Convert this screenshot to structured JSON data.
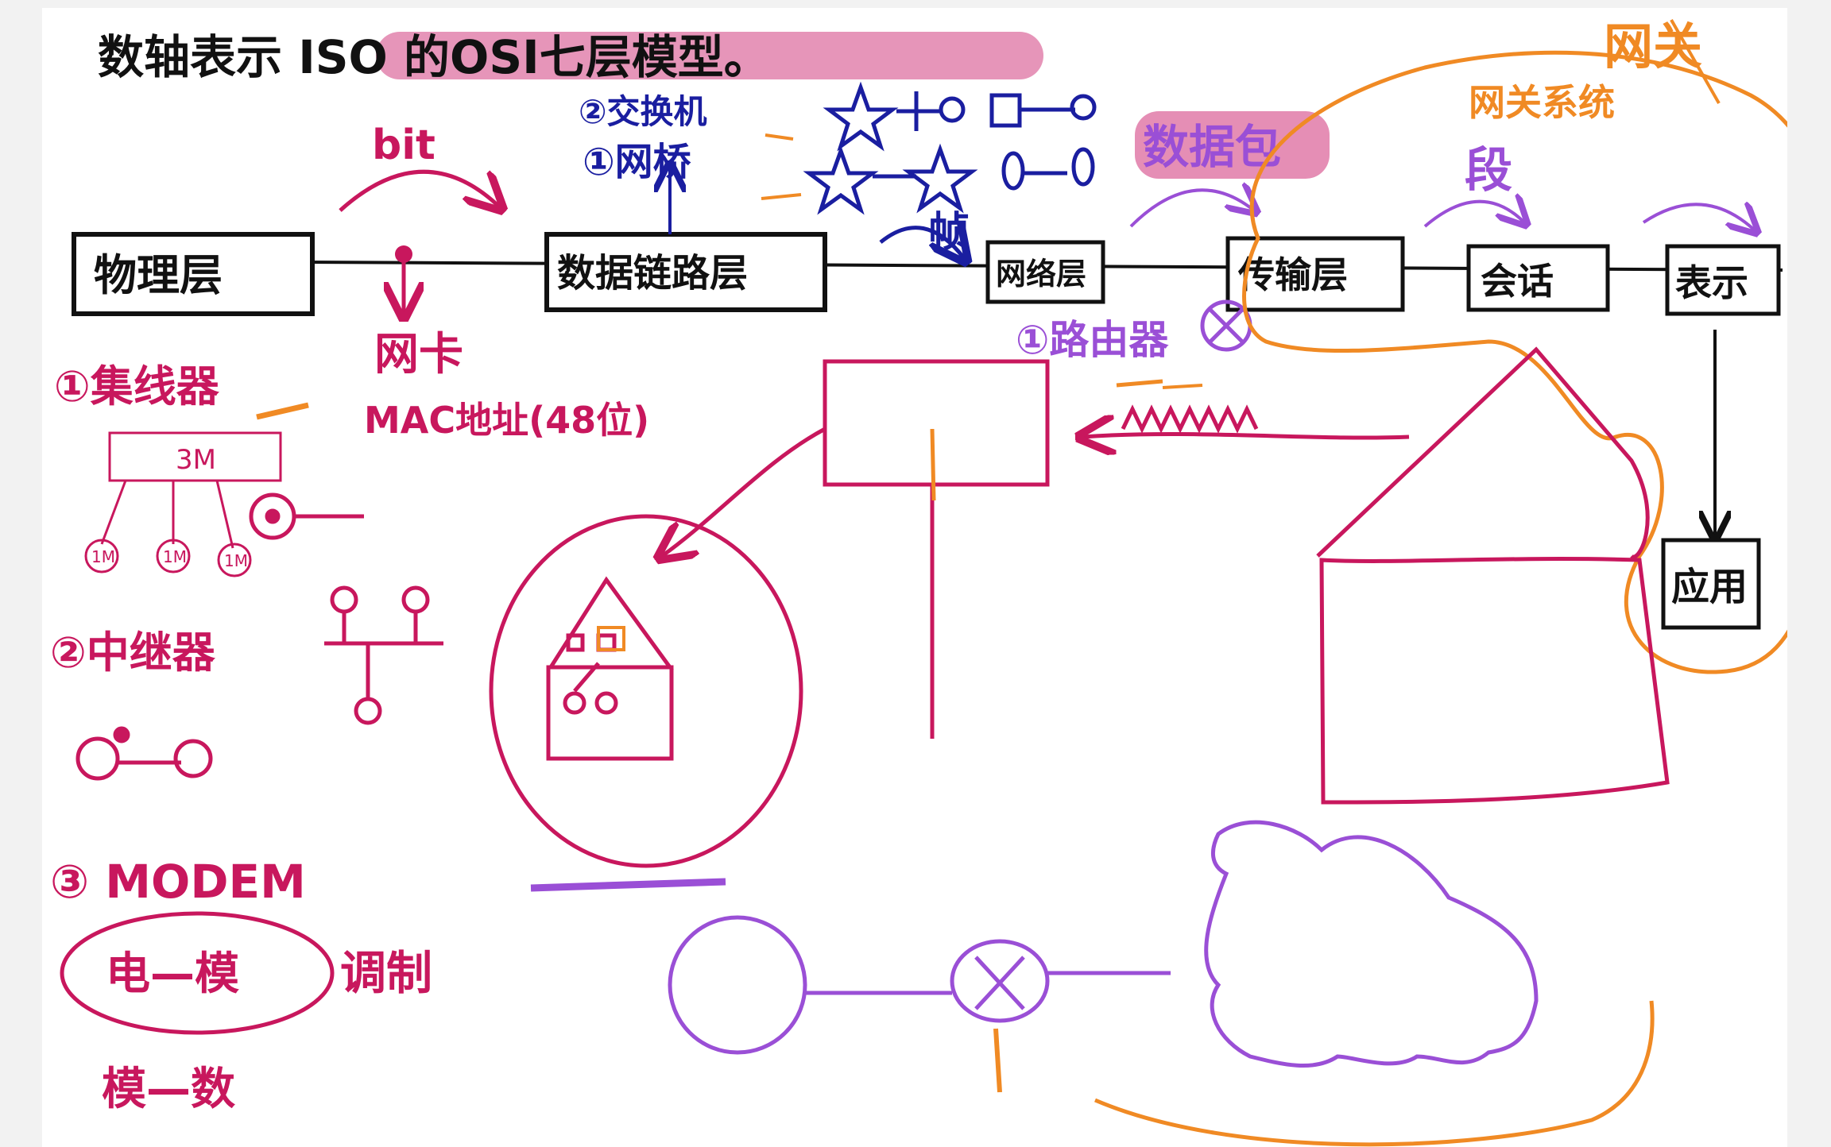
{
  "title": "数轴表示 ISO 的OSI七层模型。",
  "colors": {
    "black": "#111111",
    "magenta": "#c8175d",
    "blue": "#1a1ea0",
    "purple": "#9a4fd6",
    "orange": "#f08a24",
    "pink_highlight": "#e07aa8"
  },
  "layers": {
    "physical": "物理层",
    "datalink": "数据链路层",
    "network": "网络层",
    "transport": "传输层",
    "session": "会话",
    "presentation": "表示",
    "application": "应用"
  },
  "labels": {
    "bit": "bit",
    "frame": "帧",
    "packet": "数据包",
    "segment": "段",
    "nic": "网卡",
    "mac": "MAC地址(48位)",
    "switch": "②交换机",
    "bridge": "①网桥",
    "router": "①路由器",
    "gateway": "网关",
    "gateway_system": "网关系统",
    "hub": "①集线器",
    "hub_box": "3M",
    "hub_ports": [
      "1M",
      "1M",
      "1M"
    ],
    "repeater": "②中继器",
    "modem": "③ MODEM",
    "modulation": "调制",
    "elec_analog": "电—模",
    "analog_num": "模—数"
  }
}
